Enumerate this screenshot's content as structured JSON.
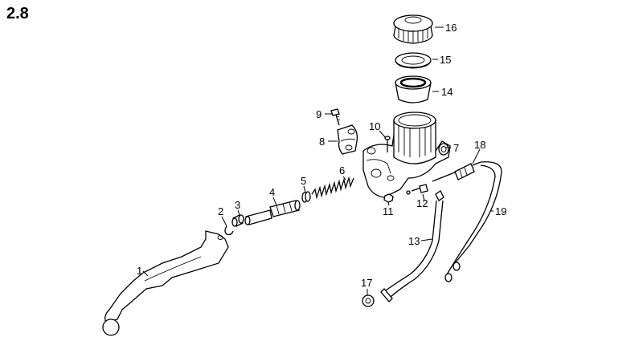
{
  "figure_number": "2.8",
  "callouts": [
    "1",
    "2",
    "3",
    "4",
    "5",
    "6",
    "7",
    "8",
    "9",
    "10",
    "11",
    "12",
    "13",
    "14",
    "15",
    "16",
    "17",
    "18",
    "19"
  ]
}
